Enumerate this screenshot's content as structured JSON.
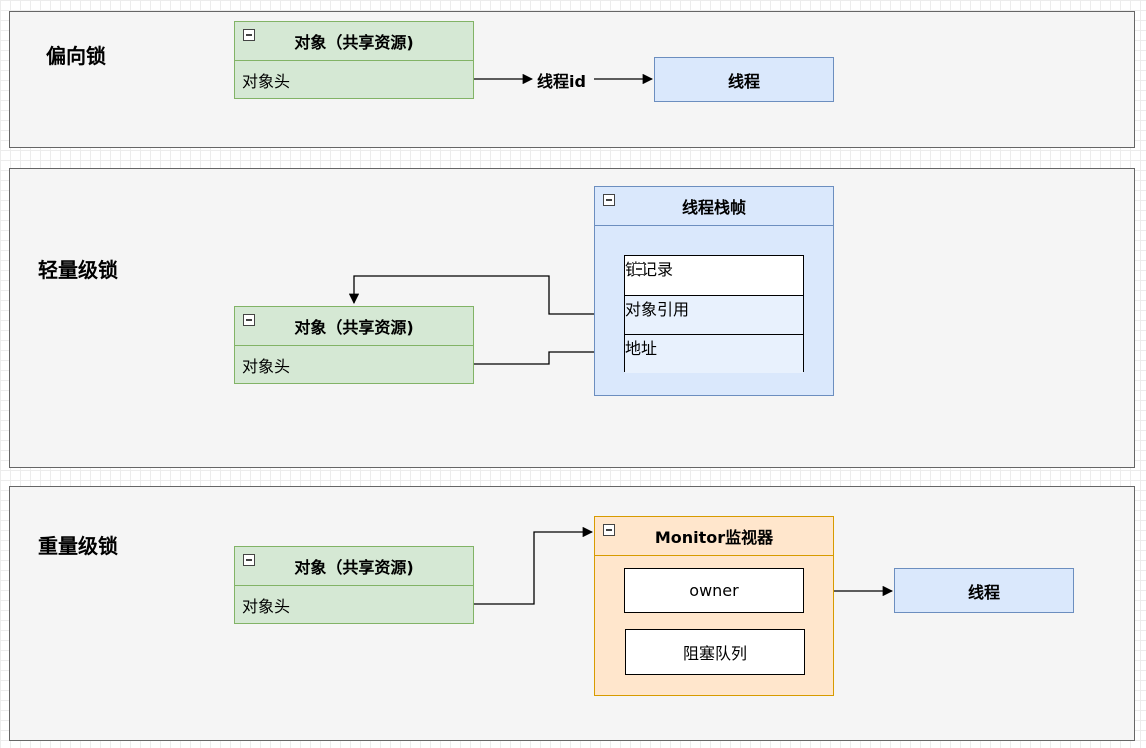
{
  "sections": {
    "biased": {
      "title": "偏向锁"
    },
    "lightweight": {
      "title": "轻量级锁"
    },
    "heavyweight": {
      "title": "重量级锁"
    }
  },
  "biased": {
    "object": {
      "header": "对象（共享资源)",
      "row": "对象头"
    },
    "edge_label": "线程id",
    "thread": "线程"
  },
  "lightweight": {
    "object": {
      "header": "对象（共享资源)",
      "row": "对象头"
    },
    "stack_frame": {
      "header": "线程栈帧"
    },
    "lock_record": {
      "header": "锁记录",
      "rows": [
        "对象引用",
        "地址"
      ]
    }
  },
  "heavyweight": {
    "object": {
      "header": "对象（共享资源)",
      "row": "对象头"
    },
    "monitor": {
      "header": "Monitor监视器",
      "owner": "owner",
      "queue": "阻塞队列"
    },
    "thread": "线程"
  },
  "colors": {
    "object_fill": "#d5e8d4",
    "object_stroke": "#82b366",
    "thread_fill": "#dae8fc",
    "thread_stroke": "#6c8ebf",
    "monitor_fill": "#ffe6cc",
    "monitor_stroke": "#d79b00",
    "panel_fill": "#f5f5f5"
  }
}
